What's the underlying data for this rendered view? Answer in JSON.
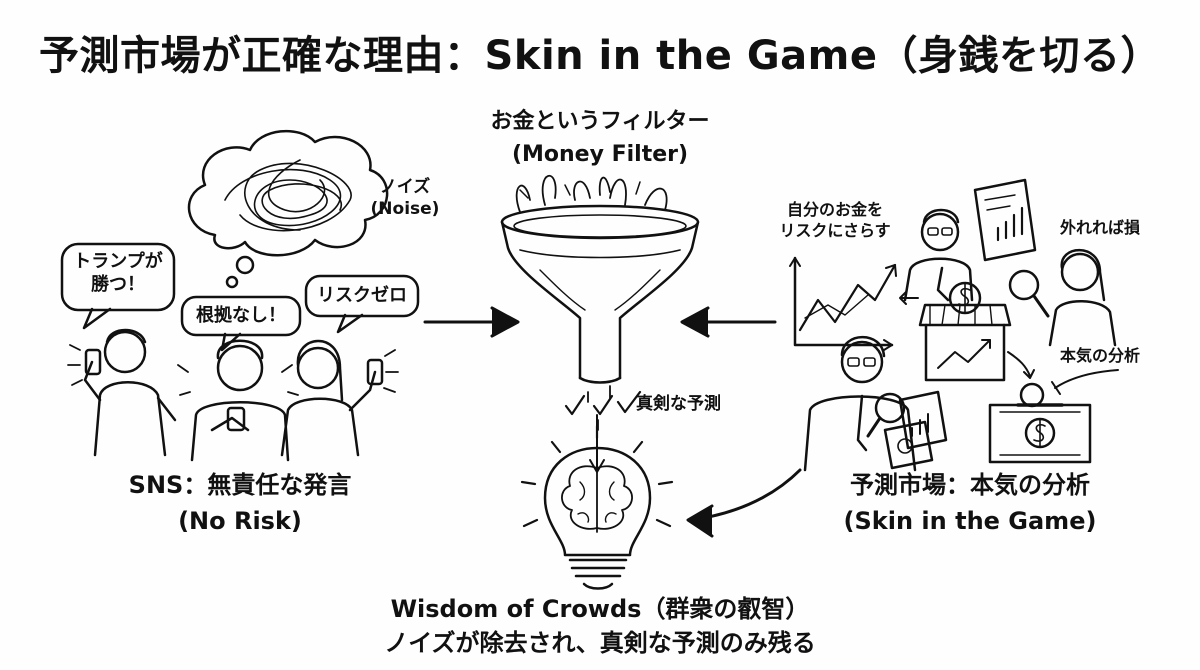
{
  "title": "予測市場が正確な理由：Skin in the Game（身銭を切る）",
  "filter": {
    "label_ja": "お金というフィルター",
    "label_en": "(Money Filter)"
  },
  "noise": {
    "label_ja": "ノイズ",
    "label_en": "(Noise)"
  },
  "sns": {
    "bubbles": [
      "トランプが",
      "勝つ！",
      "根拠なし！",
      "リスクゼロ"
    ],
    "title": "SNS：無責任な発言",
    "subtitle": "(No Risk)"
  },
  "serious_prediction": "真剣な予測",
  "market": {
    "note_own_money_1": "自分のお金を",
    "note_own_money_2": "リスクにさらす",
    "note_loss": "外れれば損",
    "note_serious": "本気の分析",
    "title": "予測市場：本気の分析",
    "subtitle": "(Skin in the Game)"
  },
  "wisdom": {
    "line1": "Wisdom of Crowds（群衆の叡智）",
    "line2": "ノイズが除去され、真剣な予測のみ残る"
  },
  "icons": [
    "noise-cloud-icon",
    "funnel-icon",
    "lightbulb-brain-icon",
    "phone-icon",
    "magnifier-icon",
    "chart-icon",
    "shop-icon",
    "coin-icon",
    "money-box-icon",
    "check-icon"
  ]
}
